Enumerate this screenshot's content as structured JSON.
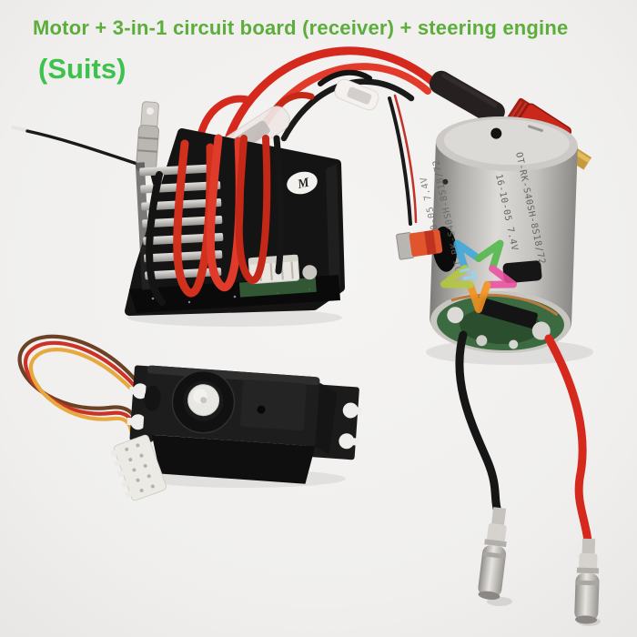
{
  "annotations": {
    "title": "Motor + 3-in-1 circuit board (receiver) + steering engine",
    "suits": "(Suits)"
  },
  "stickers": {
    "board_badge": "M"
  },
  "motor_markings": {
    "line1": "OT-RK-S40SH-8S18/72",
    "line2": "16-10-05 7.4V"
  },
  "colors": {
    "background": "#f1f0ee",
    "title_green": "#5cad3b",
    "suits_green": "#3cc24d",
    "wire_red": "#d5291d",
    "wire_red_light": "#e23a2b",
    "wire_black": "#1a1a1a",
    "t_plug_red": "#c9281b",
    "gold": "#c79a3f",
    "pcb_green": "#3d6b41",
    "motor_silver": "#c6c4c1",
    "servo_black": "#1d1d1d",
    "servo_wire_brown": "#6b4226",
    "servo_wire_red": "#cc3327",
    "servo_wire_orange": "#e6a93f",
    "star_blue": "#3fa9dc",
    "star_green": "#50b848",
    "star_magenta": "#ec4f9f",
    "star_orange": "#f5921e",
    "star_yellowgreen": "#b5c93c"
  }
}
